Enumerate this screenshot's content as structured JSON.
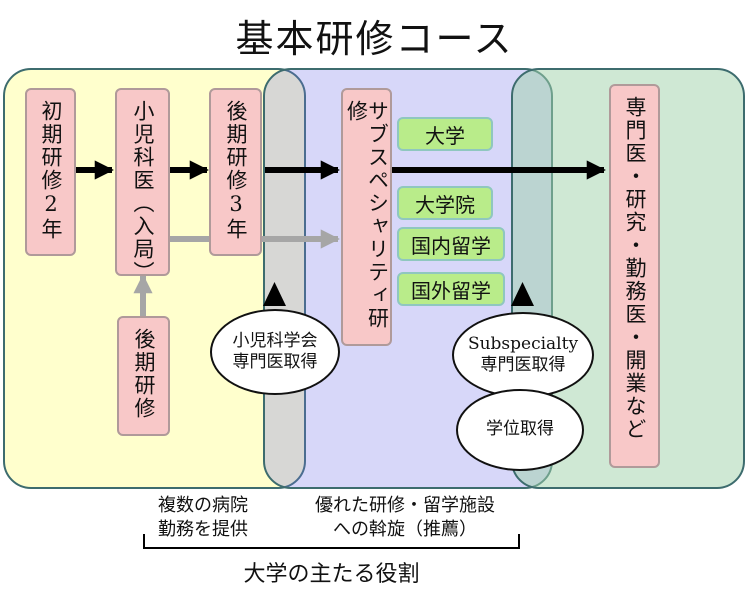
{
  "title": "基本研修コース",
  "boxes": {
    "initial_training": "初期研修2年",
    "pediatrics_entry": "小児科医（入局）",
    "late_training_a": "後期研修3年",
    "late_training_b": "後期研修",
    "subspecialty_training": "サブスペシャリティ研修",
    "outcomes": "専門医・研究・勤務医・開業など"
  },
  "options": [
    "大学",
    "大学院",
    "国内留学",
    "国外留学"
  ],
  "ovals": {
    "pediatric_cert": [
      "小児科学会",
      "専門医取得"
    ],
    "subspecialty_cert": [
      "Subspecialty",
      "専門医取得"
    ],
    "degree": "学位取得"
  },
  "captions": {
    "left": [
      "複数の病院",
      "勤務を提供"
    ],
    "right": [
      "優れた研修・留学施設",
      "への斡旋（推薦）"
    ],
    "role": "大学の主たる役割"
  },
  "colors": {
    "region_yellow": "#ffffc8",
    "region_blue": "#b7b7ef",
    "region_green": "#c8e4cc",
    "box_pink": "#f8c8c8",
    "option_green": "#b9ec8a",
    "arrow_black": "#000000",
    "arrow_gray": "#a6a6a6"
  }
}
